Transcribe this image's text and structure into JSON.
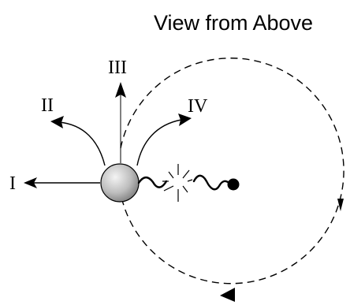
{
  "title": "View from Above",
  "directions": [
    {
      "label": "I"
    },
    {
      "label": "II"
    },
    {
      "label": "III"
    },
    {
      "label": "IV"
    }
  ],
  "colors": {
    "stroke": "#000000",
    "sphere_light": "#f0f0f0",
    "sphere_dark": "#8c8c8c",
    "background": "#ffffff"
  }
}
